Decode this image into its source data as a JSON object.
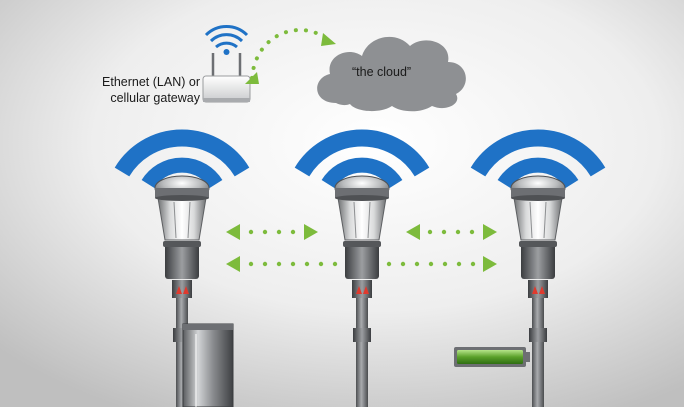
{
  "gateway": {
    "label_line1": "Ethernet (LAN) or",
    "label_line2": "cellular gateway",
    "icon": "wifi-router-icon"
  },
  "cloud": {
    "label": "“the cloud”",
    "icon": "cloud-icon"
  },
  "streetlights": [
    {
      "name": "streetlight-left",
      "icon": "wifi-signal-icon"
    },
    {
      "name": "streetlight-center",
      "icon": "wifi-signal-icon"
    },
    {
      "name": "streetlight-right",
      "icon": "wifi-signal-icon"
    }
  ],
  "accessories": [
    {
      "name": "utility-cabinet",
      "icon": "cabinet-icon"
    },
    {
      "name": "battery-indicator",
      "icon": "battery-icon"
    }
  ],
  "links": [
    {
      "name": "gateway-cloud-link",
      "style": "dotted",
      "bidirectional": true
    },
    {
      "name": "streetlight-link-left-center",
      "style": "dotted",
      "bidirectional": true
    },
    {
      "name": "streetlight-link-center-right",
      "style": "dotted",
      "bidirectional": true
    },
    {
      "name": "streetlight-link-left-right",
      "style": "dotted",
      "bidirectional": true
    }
  ],
  "colors": {
    "wifi": "#1f72c6",
    "link": "#7dbb3c",
    "pole": "#6d6f73",
    "cloud": "#8e9093",
    "battery": "#5aa02a"
  }
}
